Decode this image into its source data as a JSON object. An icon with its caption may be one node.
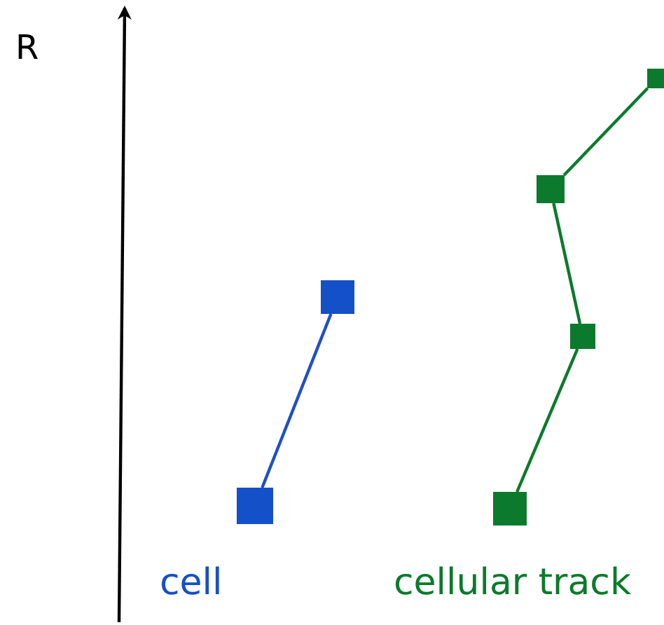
{
  "diagram": {
    "nodes": [
      {
        "text": [],
        "shape": "box"
      },
      {
        "text": [],
        "shape": "box"
      },
      {
        "text": [],
        "shape": "box"
      },
      {
        "text": [],
        "shape": "box"
      },
      {
        "text": [],
        "shape": "box"
      },
      {
        "text": [],
        "shape": "box"
      }
    ],
    "edges": [
      {
        "from": 0,
        "to": 1,
        "arrow": "none",
        "color": "#1f4fc6"
      },
      {
        "from": 2,
        "to": 3,
        "arrow": "none"
      },
      {
        "from": 3,
        "to": 4,
        "arrow": "none"
      },
      {
        "from": 4,
        "to": 5,
        "arrow": "none"
      }
    ],
    "labels": [
      "R",
      "cell",
      "cellular track"
    ]
  }
}
